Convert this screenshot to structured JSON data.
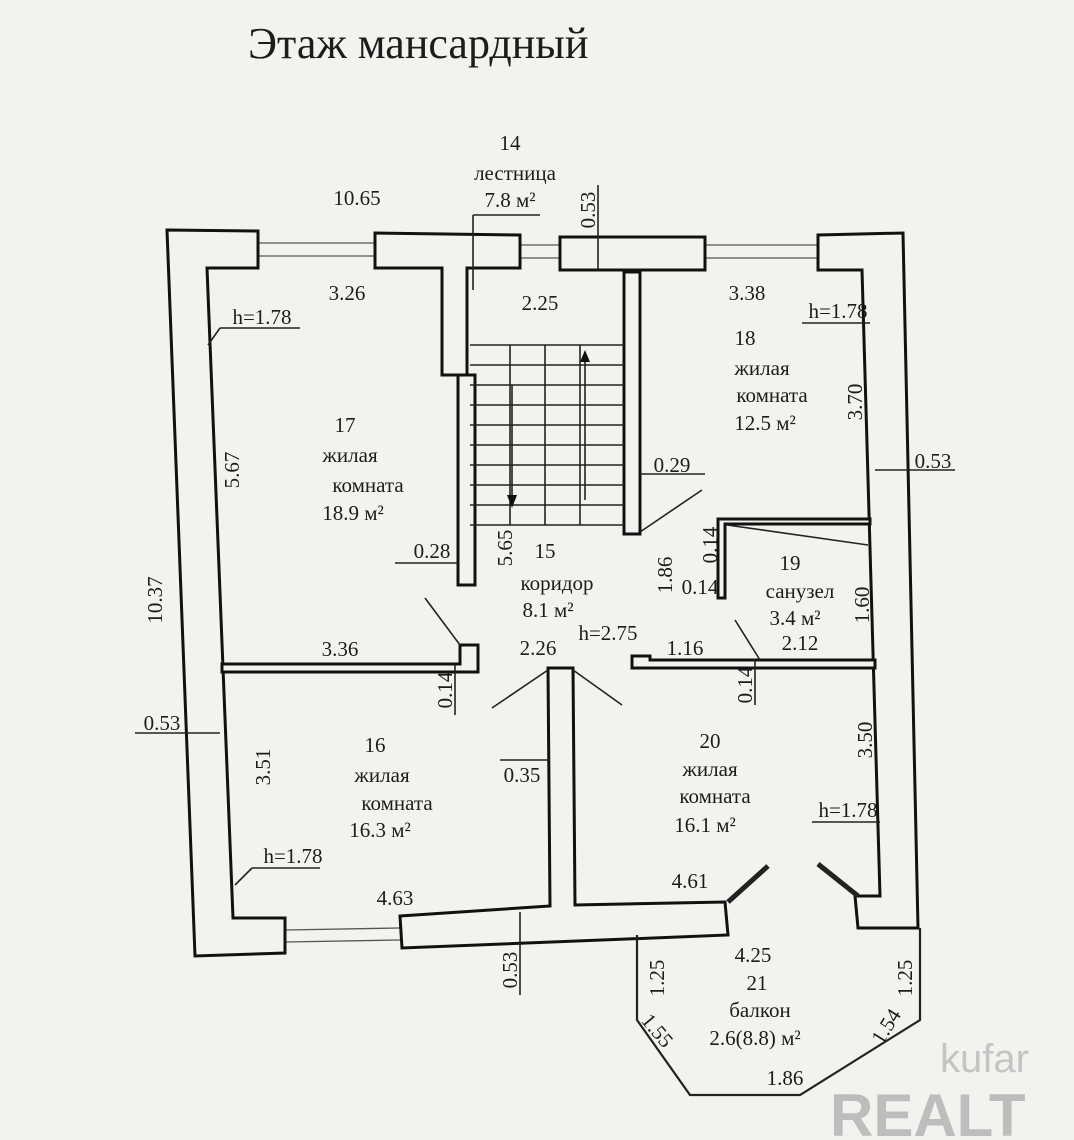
{
  "title": "Этаж мансардный",
  "rooms": [
    {
      "number": "14",
      "name": [
        "лестница"
      ],
      "area": "7.8 м²"
    },
    {
      "number": "17",
      "name": [
        "жилая",
        "комната"
      ],
      "area": "18.9 м²"
    },
    {
      "number": "18",
      "name": [
        "жилая",
        "комната"
      ],
      "area": "12.5 м²"
    },
    {
      "number": "15",
      "name": [
        "коридор"
      ],
      "area": "8.1 м²"
    },
    {
      "number": "19",
      "name": [
        "санузел"
      ],
      "area": "3.4 м²"
    },
    {
      "number": "16",
      "name": [
        "жилая",
        "комната"
      ],
      "area": "16.3 м²"
    },
    {
      "number": "20",
      "name": [
        "жилая",
        "комната"
      ],
      "area": "16.1 м²"
    },
    {
      "number": "21",
      "name": [
        "балкон"
      ],
      "area": "2.6(8.8) м²"
    }
  ],
  "dims": [
    "10.65",
    "0.53",
    "3.26",
    "2.25",
    "3.38",
    "h=1.78",
    "h=1.78",
    "3.70",
    "0.53",
    "5.67",
    "0.29",
    "0.28",
    "5.65",
    "0.14",
    "1.86",
    "0.14",
    "10.37",
    "1.60",
    "3.36",
    "2.26",
    "h=2.75",
    "1.16",
    "2.12",
    "0.14",
    "0.14",
    "0.53",
    "0.35",
    "3.51",
    "3.50",
    "h=1.78",
    "h=1.78",
    "4.63",
    "4.61",
    "0.53",
    "4.25",
    "1.25",
    "1.25",
    "1.55",
    "1.54",
    "1.86"
  ],
  "watermark": {
    "brand1": "kufar",
    "brand2": "REALT"
  }
}
